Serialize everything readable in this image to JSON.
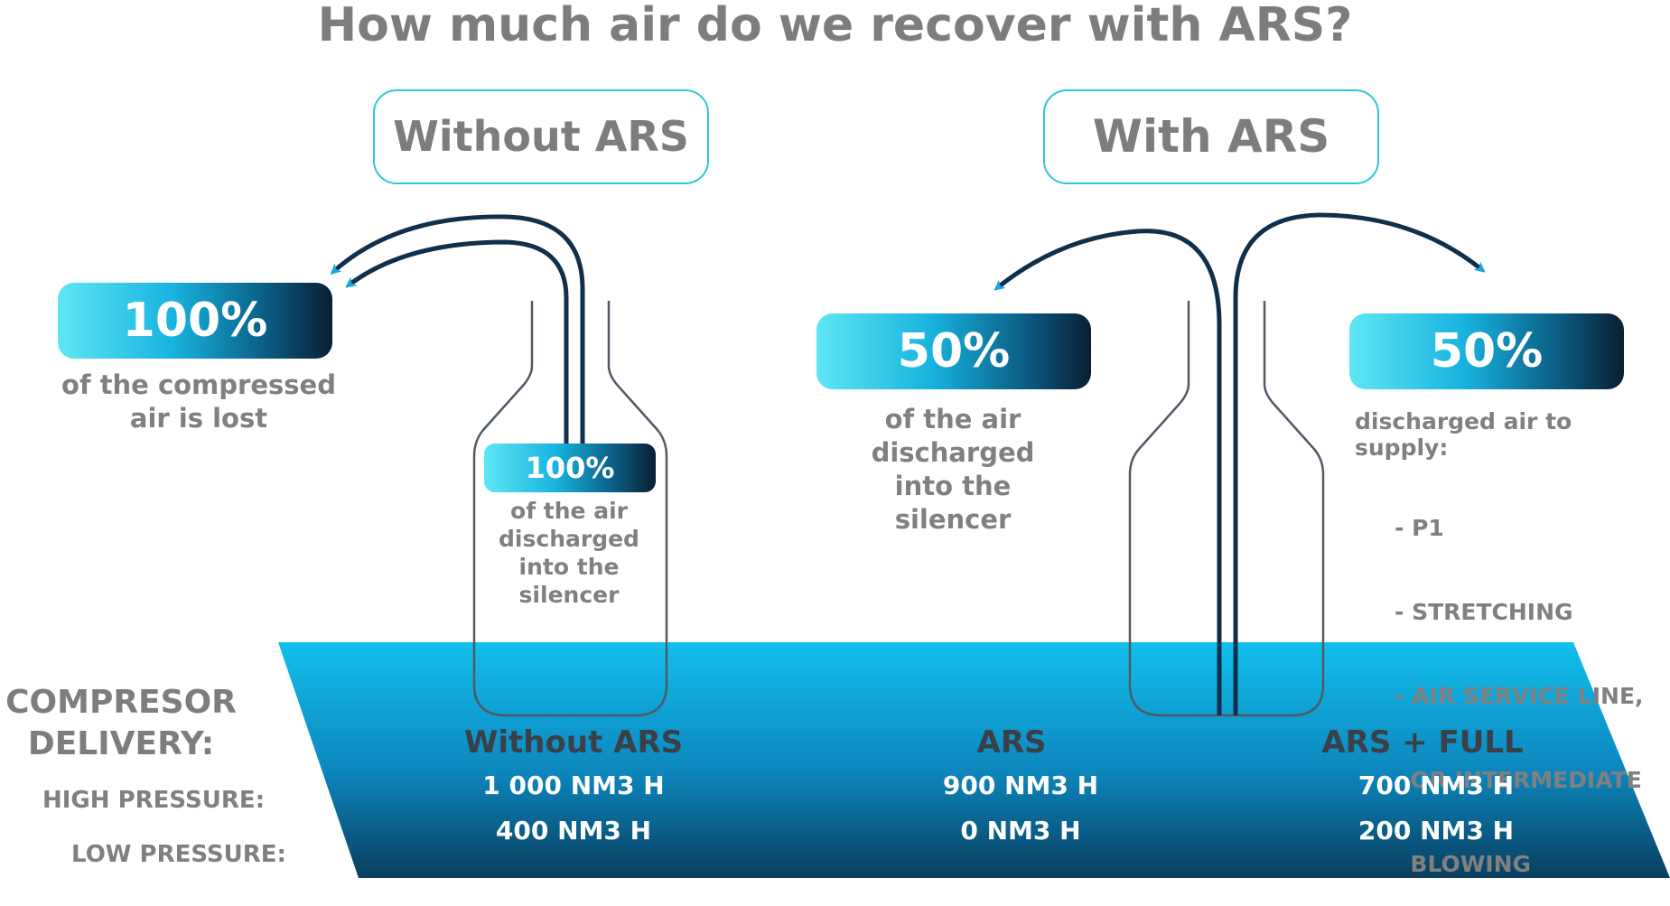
{
  "title": "How much air do we recover with ARS?",
  "without_header": "Without ARS",
  "with_header": "With ARS",
  "left": {
    "pill_main": "100%",
    "main_text": [
      "of the compressed",
      "air is lost"
    ],
    "pill_small": "100%",
    "small_text": [
      "of the air",
      "discharged",
      "into the",
      "silencer"
    ]
  },
  "right": {
    "pill_a": "50%",
    "text_a": [
      "of the air",
      "discharged",
      "into the",
      "silencer"
    ],
    "pill_b": "50%",
    "text_b": "discharged air to supply:",
    "supply_list": [
      "- P1",
      "- STRETCHING",
      "- AIR SERVICE LINE,",
      "  OR INTERMEDIATE",
      "  BLOWING"
    ]
  },
  "delivery": {
    "label_line1": "COMPRESOR",
    "label_line2": "DELIVERY:",
    "high_label": "HIGH PRESSURE:",
    "low_label": "LOW PRESSURE:",
    "columns": [
      {
        "name": "Without ARS",
        "high": "1 000 NM3 H",
        "low": "400 NM3 H"
      },
      {
        "name": "ARS",
        "high": "900 NM3 H",
        "low": "0 NM3 H"
      },
      {
        "name": "ARS + FULL",
        "high": "700 NM3 H",
        "low": "200 NM3 H"
      }
    ]
  },
  "colors": {
    "accent": "#2cc7d8",
    "dark_blue": "#0a1e33",
    "water_top": "#11b9e8",
    "water_bottom": "#0a4d72"
  }
}
